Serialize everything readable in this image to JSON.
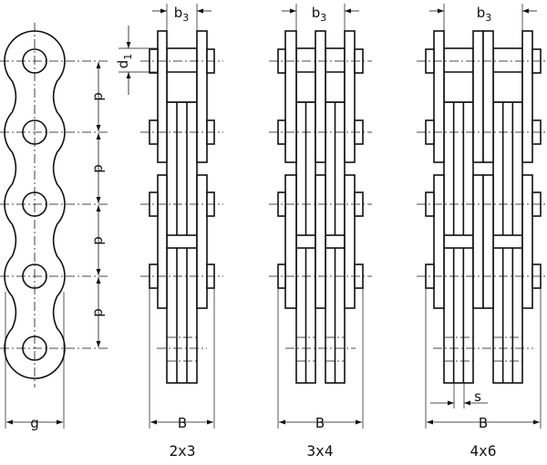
{
  "title": "Leaf chain dimensions",
  "labels": {
    "pitch": "p",
    "width_g": "g",
    "width_B": "B",
    "plate_thickness": "s",
    "inner_width": "b",
    "inner_width_sub": "3",
    "pin_diameter": "d",
    "pin_diameter_sub": "1"
  },
  "chains": [
    {
      "lacing": "2x3"
    },
    {
      "lacing": "3x4"
    },
    {
      "lacing": "4x6"
    }
  ],
  "colors": {
    "line": "#111111",
    "background": "#ffffff"
  }
}
